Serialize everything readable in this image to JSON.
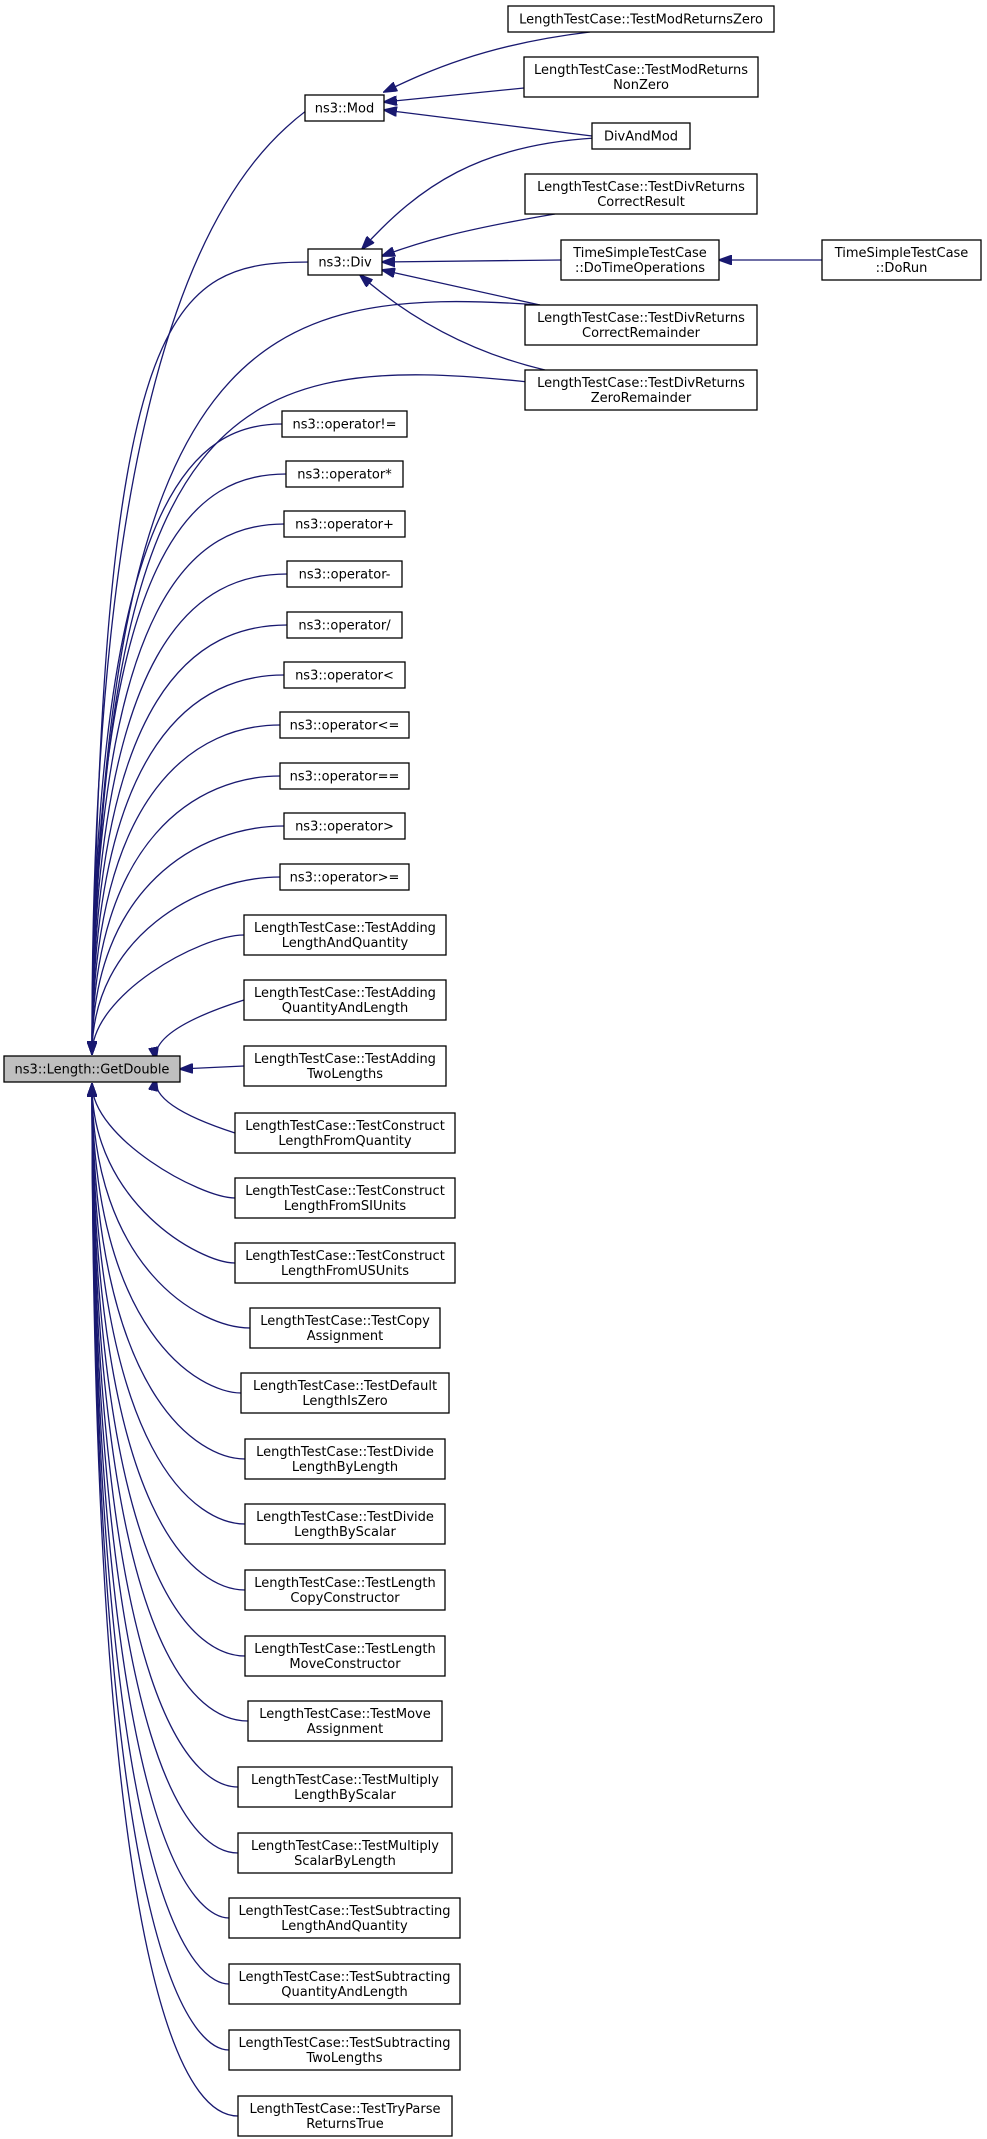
{
  "graph": {
    "colors": {
      "edge": "#191970",
      "root_fill": "#bfbfbf",
      "node_fill": "#ffffff",
      "node_border": "#000000"
    },
    "nodes": [
      {
        "id": "getdouble",
        "lines": [
          "ns3::Length::GetDouble"
        ]
      },
      {
        "id": "mod",
        "lines": [
          "ns3::Mod"
        ]
      },
      {
        "id": "div",
        "lines": [
          "ns3::Div"
        ]
      },
      {
        "id": "op-ne",
        "lines": [
          "ns3::operator!="
        ]
      },
      {
        "id": "op-mul",
        "lines": [
          "ns3::operator*"
        ]
      },
      {
        "id": "op-plus",
        "lines": [
          "ns3::operator+"
        ]
      },
      {
        "id": "op-minus",
        "lines": [
          "ns3::operator-"
        ]
      },
      {
        "id": "op-div",
        "lines": [
          "ns3::operator/"
        ]
      },
      {
        "id": "op-lt",
        "lines": [
          "ns3::operator<"
        ]
      },
      {
        "id": "op-le",
        "lines": [
          "ns3::operator<="
        ]
      },
      {
        "id": "op-eq",
        "lines": [
          "ns3::operator=="
        ]
      },
      {
        "id": "op-gt",
        "lines": [
          "ns3::operator>"
        ]
      },
      {
        "id": "op-ge",
        "lines": [
          "ns3::operator>="
        ]
      },
      {
        "id": "t-add-lq",
        "lines": [
          "LengthTestCase::TestAdding",
          "LengthAndQuantity"
        ]
      },
      {
        "id": "t-add-ql",
        "lines": [
          "LengthTestCase::TestAdding",
          "QuantityAndLength"
        ]
      },
      {
        "id": "t-add-two",
        "lines": [
          "LengthTestCase::TestAdding",
          "TwoLengths"
        ]
      },
      {
        "id": "t-con-q",
        "lines": [
          "LengthTestCase::TestConstruct",
          "LengthFromQuantity"
        ]
      },
      {
        "id": "t-con-si",
        "lines": [
          "LengthTestCase::TestConstruct",
          "LengthFromSIUnits"
        ]
      },
      {
        "id": "t-con-us",
        "lines": [
          "LengthTestCase::TestConstruct",
          "LengthFromUSUnits"
        ]
      },
      {
        "id": "t-copy-assign",
        "lines": [
          "LengthTestCase::TestCopy",
          "Assignment"
        ]
      },
      {
        "id": "t-default-zero",
        "lines": [
          "LengthTestCase::TestDefault",
          "LengthIsZero"
        ]
      },
      {
        "id": "t-div-len",
        "lines": [
          "LengthTestCase::TestDivide",
          "LengthByLength"
        ]
      },
      {
        "id": "t-div-scalar",
        "lines": [
          "LengthTestCase::TestDivide",
          "LengthByScalar"
        ]
      },
      {
        "id": "t-copy-ctor",
        "lines": [
          "LengthTestCase::TestLength",
          "CopyConstructor"
        ]
      },
      {
        "id": "t-move-ctor",
        "lines": [
          "LengthTestCase::TestLength",
          "MoveConstructor"
        ]
      },
      {
        "id": "t-move-assign",
        "lines": [
          "LengthTestCase::TestMove",
          "Assignment"
        ]
      },
      {
        "id": "t-mul-ls",
        "lines": [
          "LengthTestCase::TestMultiply",
          "LengthByScalar"
        ]
      },
      {
        "id": "t-mul-sl",
        "lines": [
          "LengthTestCase::TestMultiply",
          "ScalarByLength"
        ]
      },
      {
        "id": "t-sub-lq",
        "lines": [
          "LengthTestCase::TestSubtracting",
          "LengthAndQuantity"
        ]
      },
      {
        "id": "t-sub-ql",
        "lines": [
          "LengthTestCase::TestSubtracting",
          "QuantityAndLength"
        ]
      },
      {
        "id": "t-sub-two",
        "lines": [
          "LengthTestCase::TestSubtracting",
          "TwoLengths"
        ]
      },
      {
        "id": "t-tryparse",
        "lines": [
          "LengthTestCase::TestTryParse",
          "ReturnsTrue"
        ]
      },
      {
        "id": "t-mod-zero",
        "lines": [
          "LengthTestCase::TestModReturnsZero"
        ]
      },
      {
        "id": "t-mod-nonzero",
        "lines": [
          "LengthTestCase::TestModReturns",
          "NonZero"
        ]
      },
      {
        "id": "divandmod",
        "lines": [
          "DivAndMod"
        ]
      },
      {
        "id": "t-div-correct",
        "lines": [
          "LengthTestCase::TestDivReturns",
          "CorrectResult"
        ]
      },
      {
        "id": "dotimeops",
        "lines": [
          "TimeSimpleTestCase",
          "::DoTimeOperations"
        ]
      },
      {
        "id": "t-div-rem",
        "lines": [
          "LengthTestCase::TestDivReturns",
          "CorrectRemainder"
        ]
      },
      {
        "id": "t-div-zero-rem",
        "lines": [
          "LengthTestCase::TestDivReturns",
          "ZeroRemainder"
        ]
      },
      {
        "id": "dorun",
        "lines": [
          "TimeSimpleTestCase",
          "::DoRun"
        ]
      }
    ],
    "edges": [
      [
        "mod",
        "getdouble"
      ],
      [
        "div",
        "getdouble"
      ],
      [
        "t-div-rem",
        "getdouble"
      ],
      [
        "t-div-zero-rem",
        "getdouble"
      ],
      [
        "op-ne",
        "getdouble"
      ],
      [
        "op-mul",
        "getdouble"
      ],
      [
        "op-plus",
        "getdouble"
      ],
      [
        "op-minus",
        "getdouble"
      ],
      [
        "op-div",
        "getdouble"
      ],
      [
        "op-lt",
        "getdouble"
      ],
      [
        "op-le",
        "getdouble"
      ],
      [
        "op-eq",
        "getdouble"
      ],
      [
        "op-gt",
        "getdouble"
      ],
      [
        "op-ge",
        "getdouble"
      ],
      [
        "t-add-lq",
        "getdouble"
      ],
      [
        "t-add-ql",
        "getdouble"
      ],
      [
        "t-add-two",
        "getdouble"
      ],
      [
        "t-con-q",
        "getdouble"
      ],
      [
        "t-con-si",
        "getdouble"
      ],
      [
        "t-con-us",
        "getdouble"
      ],
      [
        "t-copy-assign",
        "getdouble"
      ],
      [
        "t-default-zero",
        "getdouble"
      ],
      [
        "t-div-len",
        "getdouble"
      ],
      [
        "t-div-scalar",
        "getdouble"
      ],
      [
        "t-copy-ctor",
        "getdouble"
      ],
      [
        "t-move-ctor",
        "getdouble"
      ],
      [
        "t-move-assign",
        "getdouble"
      ],
      [
        "t-mul-ls",
        "getdouble"
      ],
      [
        "t-mul-sl",
        "getdouble"
      ],
      [
        "t-sub-lq",
        "getdouble"
      ],
      [
        "t-sub-ql",
        "getdouble"
      ],
      [
        "t-sub-two",
        "getdouble"
      ],
      [
        "t-tryparse",
        "getdouble"
      ],
      [
        "t-mod-zero",
        "mod"
      ],
      [
        "t-mod-nonzero",
        "mod"
      ],
      [
        "divandmod",
        "mod"
      ],
      [
        "divandmod",
        "div"
      ],
      [
        "t-div-correct",
        "div"
      ],
      [
        "dotimeops",
        "div"
      ],
      [
        "t-div-rem",
        "div"
      ],
      [
        "t-div-zero-rem",
        "div"
      ],
      [
        "dorun",
        "dotimeops"
      ]
    ]
  }
}
